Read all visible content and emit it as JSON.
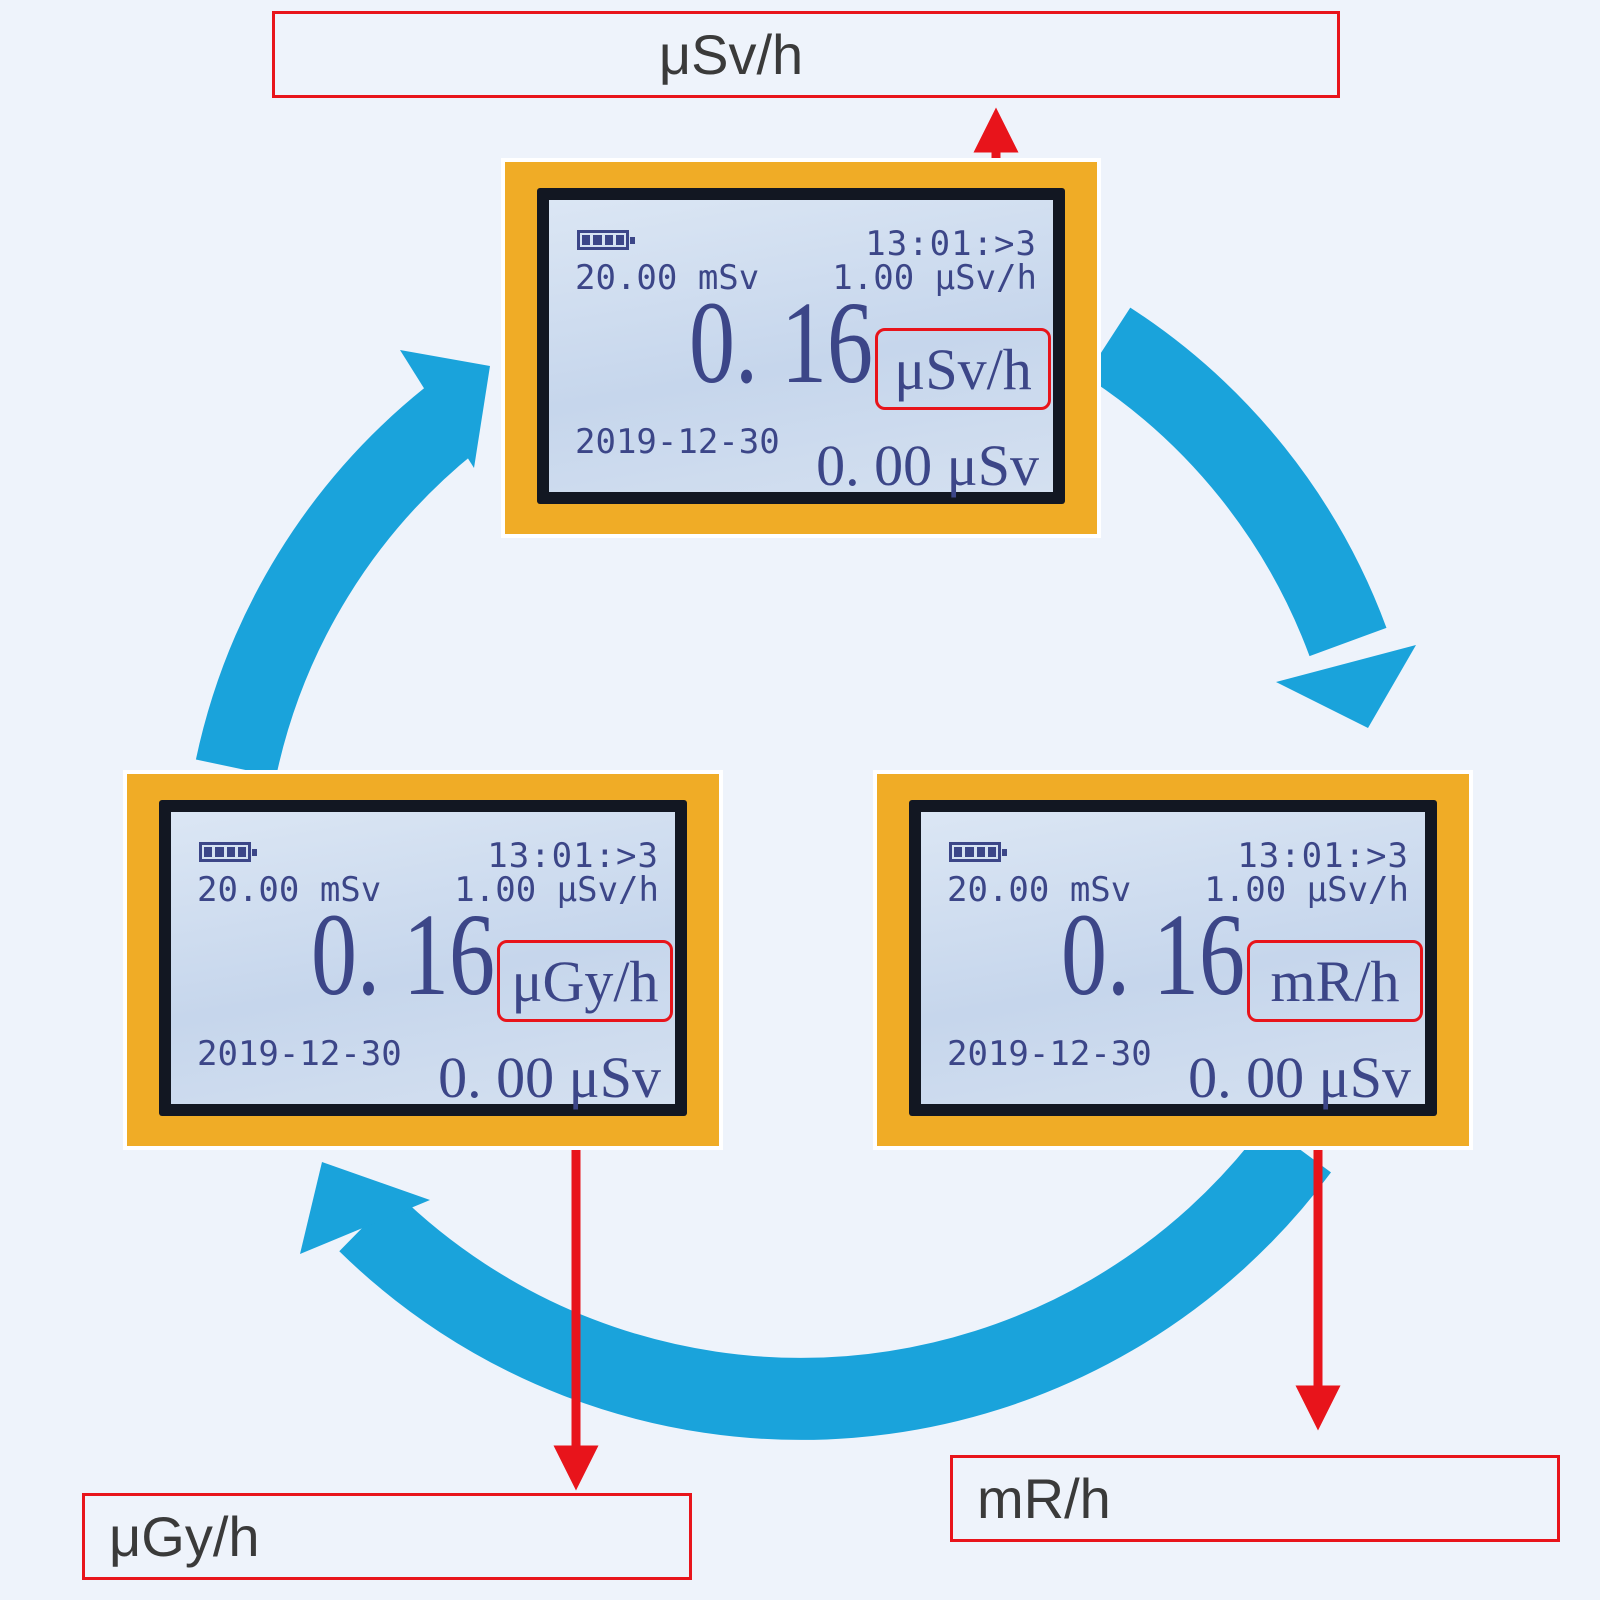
{
  "labels": {
    "top": "μSv/h",
    "right": "mR/h",
    "left": "μGy/h"
  },
  "colors": {
    "background": "#eef3fb",
    "cycle_arrow": "#1aa3db",
    "callout": "#e8141b",
    "device_body": "#f0ac26",
    "lcd_text": "#3c4688"
  },
  "devices": [
    {
      "id": "top",
      "battery_icon": "battery-full-icon",
      "clock": "13:01:>3",
      "dose_limit": "20.00 mSv",
      "rate_limit": "1.00 μSv/h",
      "reading": "0. 16",
      "unit": "μSv/h",
      "date": "2019-12-30",
      "accumulated": "0. 00 μSv"
    },
    {
      "id": "right",
      "battery_icon": "battery-full-icon",
      "clock": "13:01:>3",
      "dose_limit": "20.00 mSv",
      "rate_limit": "1.00 μSv/h",
      "reading": "0. 16",
      "unit": "mR/h",
      "date": "2019-12-30",
      "accumulated": "0. 00 μSv"
    },
    {
      "id": "left",
      "battery_icon": "battery-full-icon",
      "clock": "13:01:>3",
      "dose_limit": "20.00 mSv",
      "rate_limit": "1.00 μSv/h",
      "reading": "0. 16",
      "unit": "μGy/h",
      "date": "2019-12-30",
      "accumulated": "0. 00 μSv"
    }
  ]
}
